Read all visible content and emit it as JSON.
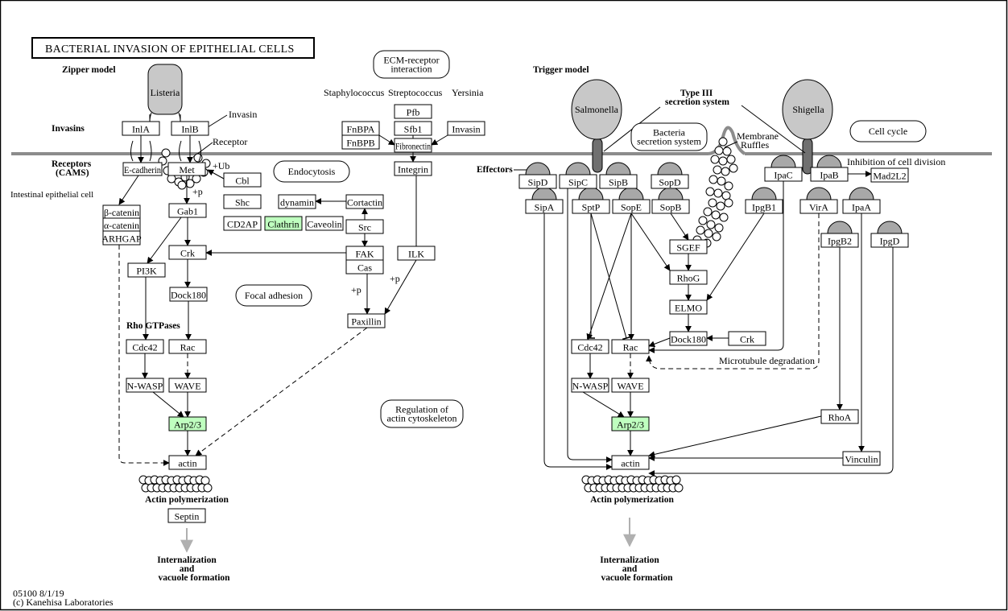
{
  "title": "BACTERIAL INVASION OF EPITHELIAL CELLS",
  "footer": {
    "code_date": "05100 8/1/19",
    "copyright": "(c) Kanehisa Laboratories"
  },
  "colors": {
    "highlight": "#bfffbf",
    "membrane": "#8c8c8c",
    "bacteria_fill": "#c8c8c8",
    "effector_cap": "#a8a8a8",
    "needle": "#707070",
    "arrow_grey": "#b0b0b0"
  },
  "section_labels": {
    "zipper_model": "Zipper model",
    "trigger_model": "Trigger model",
    "invasins": "Invasins",
    "receptors": "Receptors",
    "cams": "(CAMS)",
    "intestinal_cell": "Intestinal epithelial cell",
    "rho_gtpases": "Rho GTPases",
    "effectors": "Effectors",
    "type3_line1": "Type III",
    "type3_line2": "secretion system",
    "actin_poly_left": "Actin polymerization",
    "actin_poly_right": "Actin polymerization",
    "internalization_left": [
      "Internalization",
      "and",
      "vacuole formation"
    ],
    "internalization_right": [
      "Internalization",
      "and",
      "vacuole formation"
    ]
  },
  "bacteria": {
    "listeria": "Listeria",
    "salmonella": "Salmonella",
    "shigella": "Shigella",
    "staphylococcus": "Staphylococcus",
    "streptococcus": "Streptococcus",
    "yersinia": "Yersinia"
  },
  "annotations": {
    "invasin": "Invasin",
    "receptor": "Receptor",
    "plus_ub": "+Ub",
    "plus_p_met": "+p",
    "plus_p_fak": "+p",
    "plus_p_ilk": "+p",
    "membrane_ruffles": [
      "Membrane",
      "Ruffles"
    ],
    "inhibition_cell_division": "Inhibition of cell division",
    "microtubule_degradation": "Microtubule degradation"
  },
  "pathway_maps": {
    "ecm": [
      "ECM-receptor",
      "interaction"
    ],
    "endocytosis": [
      "Endocytosis"
    ],
    "focal_adhesion": [
      "Focal adhesion"
    ],
    "regulation_actin": [
      "Regulation of",
      "actin cytoskeleton"
    ],
    "bacteria_secretion": [
      "Bacteria",
      "secretion system"
    ],
    "cell_cycle": [
      "Cell cycle"
    ]
  },
  "genes": {
    "InlA": "InlA",
    "InlB": "InlB",
    "Ecadherin": "E-cadherin",
    "Met": "Met",
    "Cbl": "Cbl",
    "Shc": "Shc",
    "CD2AP": "CD2AP",
    "Clathrin": "Clathrin",
    "Caveolin": "Caveolin",
    "dynamin": "dynamin",
    "Cortactin": "Cortactin",
    "Src": "Src",
    "FAK": "FAK",
    "Cas": "Cas",
    "ILK": "ILK",
    "Paxillin": "Paxillin",
    "Bcatenin": "β-catenin",
    "Acatenin": "α-catenin",
    "ARHGAP": "ARHGAP",
    "Gab1": "Gab1",
    "Crk_L": "Crk",
    "PI3K": "PI3K",
    "Dock180_L": "Dock180",
    "Cdc42_L": "Cdc42",
    "Rac_L": "Rac",
    "NWASP_L": "N-WASP",
    "WAVE_L": "WAVE",
    "Arp23_L": "Arp2/3",
    "actin_L": "actin",
    "Septin": "Septin",
    "FnBPA": "FnBPA",
    "FnBPB": "FnBPB",
    "Pfb": "Pfb",
    "Sfb1": "Sfb1",
    "Invasin": "Invasin",
    "Fibronectin": "Fibronectin",
    "Integrin": "Integrin",
    "SipD": "SipD",
    "SipC": "SipC",
    "SipB": "SipB",
    "SopD": "SopD",
    "SipA": "SipA",
    "SptP": "SptP",
    "SopE": "SopE",
    "SopB": "SopB",
    "SGEF": "SGEF",
    "RhoG": "RhoG",
    "ELMO": "ELMO",
    "Dock180_R": "Dock180",
    "Crk_R": "Crk",
    "Cdc42_R": "Cdc42",
    "Rac_R": "Rac",
    "NWASP_R": "N-WASP",
    "WAVE_R": "WAVE",
    "Arp23_R": "Arp2/3",
    "actin_R": "actin",
    "IpaC": "IpaC",
    "IpaB": "IpaB",
    "Mad2L2": "Mad2L2",
    "IpgB1": "IpgB1",
    "VirA": "VirA",
    "IpaA": "IpaA",
    "IpgB2": "IpgB2",
    "IpgD": "IpgD",
    "RhoA": "RhoA",
    "Vinculin": "Vinculin"
  },
  "highlighted_genes": [
    "Clathrin",
    "Arp23_L",
    "Arp23_R"
  ]
}
